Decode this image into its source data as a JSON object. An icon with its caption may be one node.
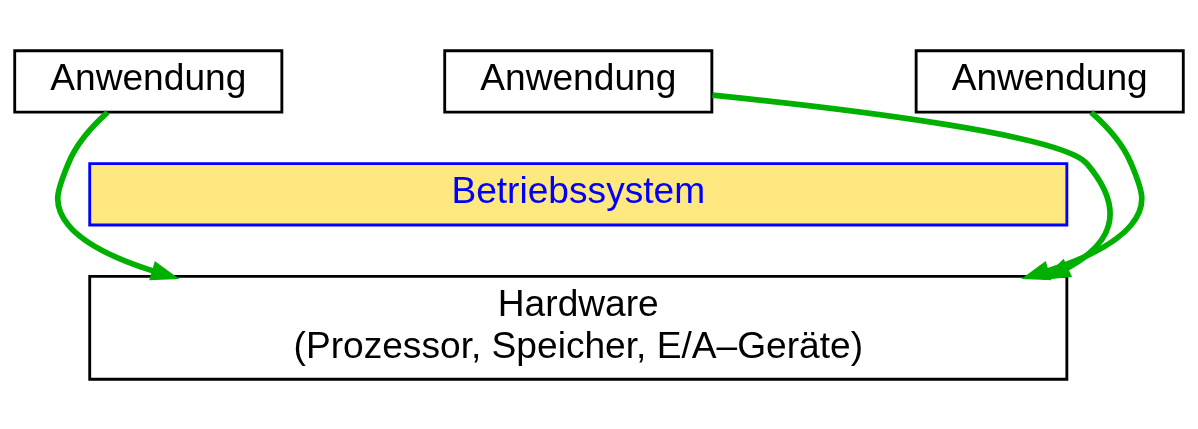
{
  "diagram": {
    "nodes": [
      {
        "text": [
          "Anwendung"
        ]
      },
      {
        "text": [
          "Anwendung"
        ]
      },
      {
        "text": [
          "Anwendung"
        ]
      },
      {
        "text": [
          "Betriebssystem"
        ]
      },
      {
        "text": [
          "Hardware",
          "(Prozessor, Speicher, E/A–Geräte)"
        ]
      }
    ],
    "edges": [
      {
        "from": 0,
        "to": 4,
        "arrow": "to"
      },
      {
        "from": 1,
        "to": 4,
        "arrow": "to"
      },
      {
        "from": 2,
        "to": 4,
        "arrow": "to"
      }
    ]
  }
}
